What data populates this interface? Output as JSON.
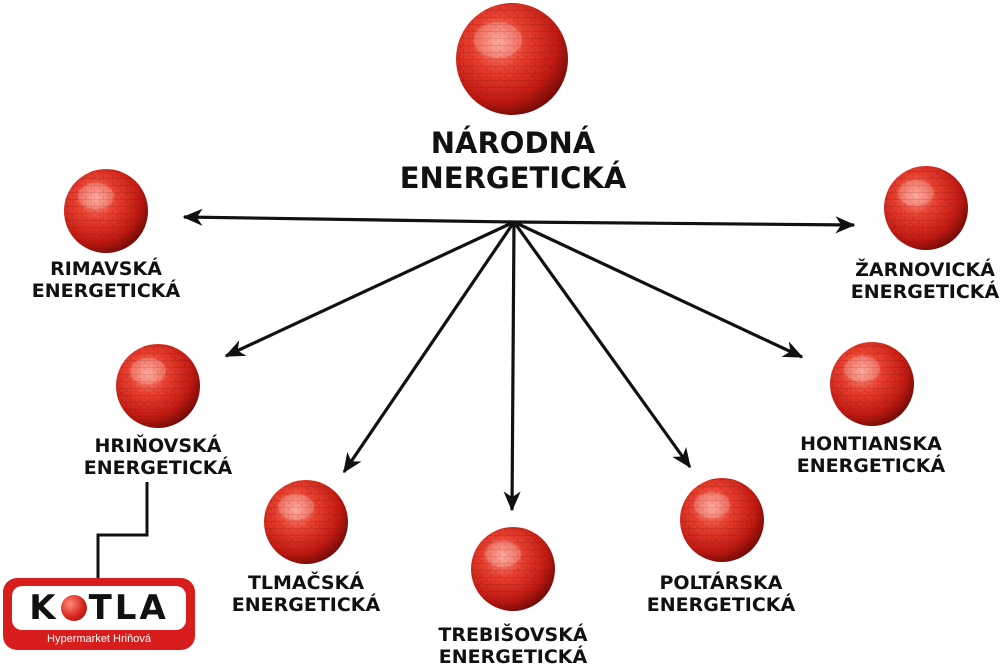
{
  "central": {
    "line1": "NÁRODNÁ",
    "line2": "ENERGETICKÁ"
  },
  "nodes": [
    {
      "id": "rimavska",
      "line1": "RIMAVSKÁ",
      "line2": "ENERGETICKÁ"
    },
    {
      "id": "zarnovicka",
      "line1": "ŽARNOVICKÁ",
      "line2": "ENERGETICKÁ"
    },
    {
      "id": "hrinovska",
      "line1": "HRIŇOVSKÁ",
      "line2": "ENERGETICKÁ"
    },
    {
      "id": "hontianska",
      "line1": "HONTIANSKA",
      "line2": "ENERGETICKÁ"
    },
    {
      "id": "tlmacska",
      "line1": "TLMAČSKÁ",
      "line2": "ENERGETICKÁ"
    },
    {
      "id": "trebisovska",
      "line1": "TREBIŠOVSKÁ",
      "line2": "ENERGETICKÁ"
    },
    {
      "id": "poltarska",
      "line1": "POLTÁRSKA",
      "line2": "ENERGETICKÁ"
    }
  ],
  "logo": {
    "brand_left": "K",
    "brand_right": "TLA",
    "subtitle": "Hypermarket Hriňová"
  },
  "colors": {
    "sphere": "#d8261d",
    "sphere_highlight": "#ff8a7a",
    "sphere_shadow": "#7a0b07",
    "arrow": "#111111",
    "logo_red": "#d81d1d"
  },
  "icons": {
    "node": "red-sphere-icon",
    "logo_o": "red-sphere-icon"
  }
}
